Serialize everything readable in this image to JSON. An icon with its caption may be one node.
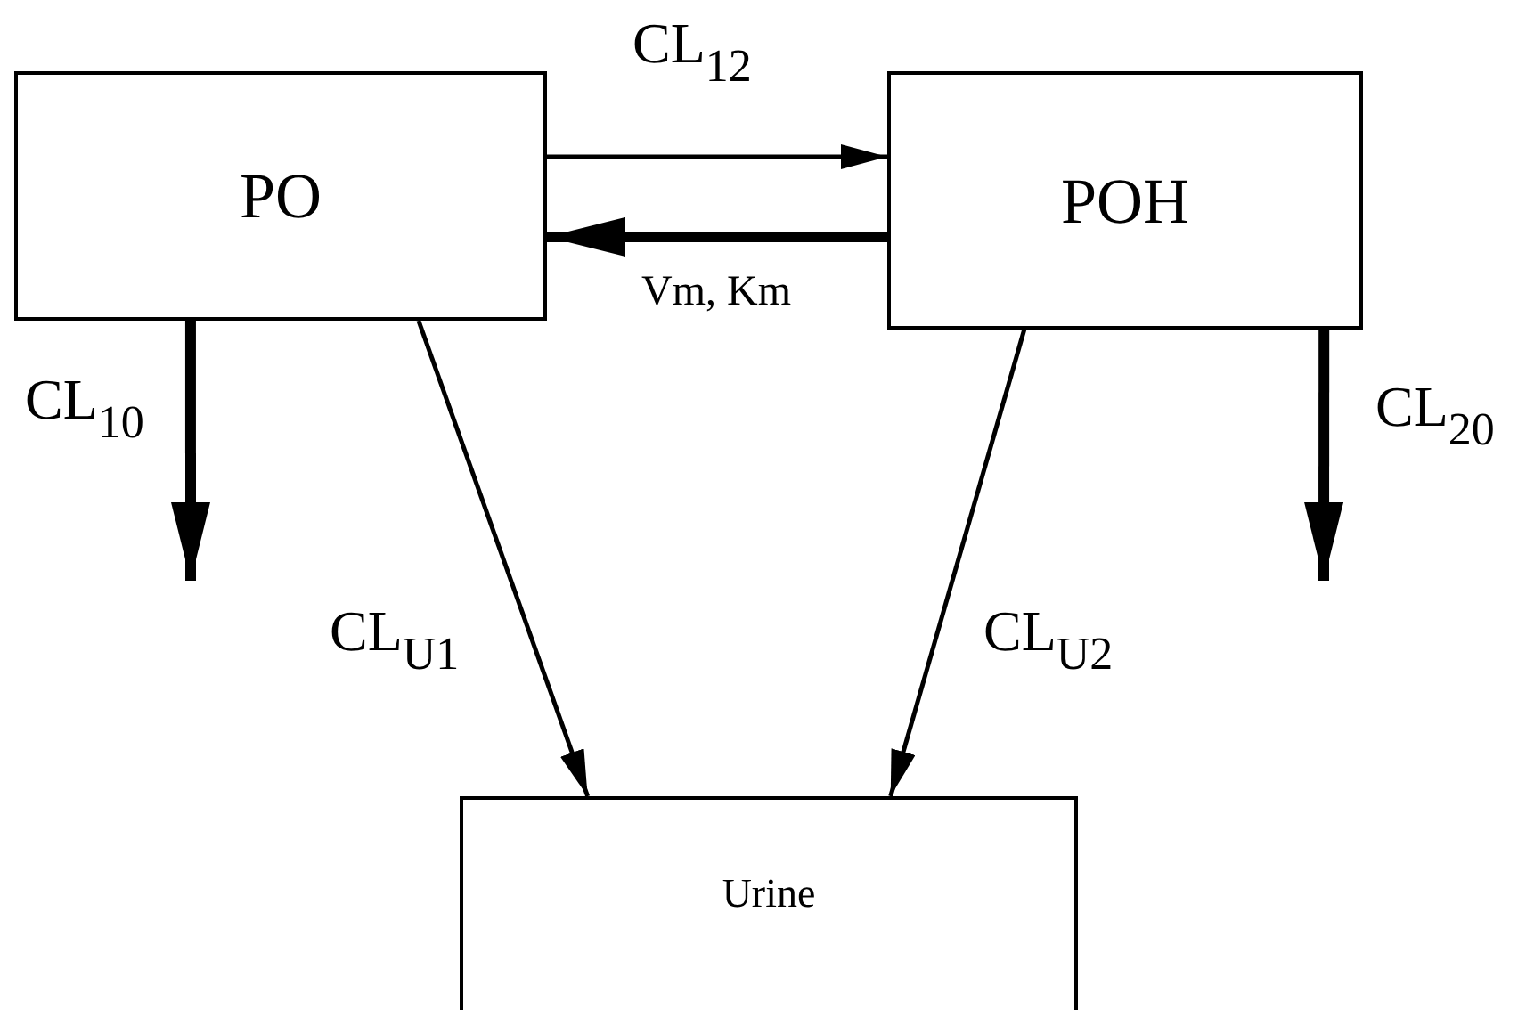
{
  "diagram": {
    "nodes": [
      {
        "text": [
          "PO"
        ]
      },
      {
        "text": [
          "POH"
        ]
      },
      {
        "text": [
          "Urine"
        ]
      }
    ],
    "edges": [
      {
        "from": 0,
        "to": 1,
        "arrow": "to",
        "label": "CL$_{12}$"
      },
      {
        "from": 1,
        "to": 0,
        "arrow": "to",
        "label": "Vm, Km",
        "style": "thick"
      },
      {
        "from": 0,
        "to": null,
        "arrow": "to",
        "label": "CL$_{10}$",
        "style": "thick"
      },
      {
        "from": 1,
        "to": null,
        "arrow": "to",
        "label": "CL$_{20}$",
        "style": "thick"
      },
      {
        "from": 0,
        "to": 2,
        "arrow": "to",
        "label": "CL$_{U1}$"
      },
      {
        "from": 1,
        "to": 2,
        "arrow": "to",
        "label": "CL$_{U2}$"
      }
    ]
  }
}
